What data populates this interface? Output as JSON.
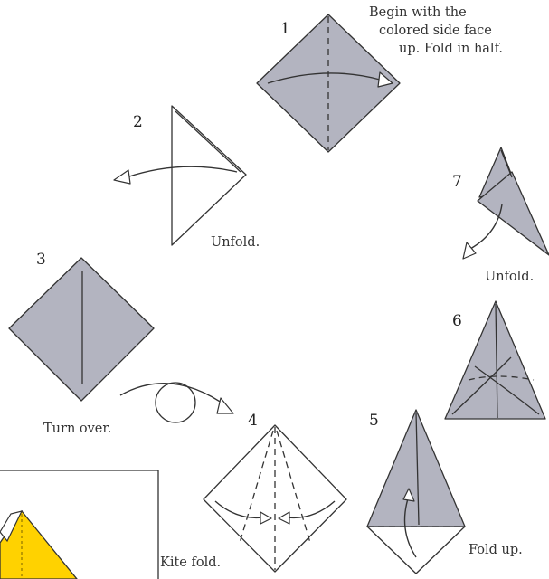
{
  "steps": [
    {
      "number": "1",
      "caption_lines": [
        "Begin with the",
        "colored side face",
        "up. Fold in half."
      ]
    },
    {
      "number": "2",
      "caption_lines": [
        "Unfold."
      ]
    },
    {
      "number": "3",
      "caption_lines": [
        "Turn over."
      ]
    },
    {
      "number": "4",
      "caption_lines": [
        "Kite fold."
      ]
    },
    {
      "number": "5",
      "caption_lines": [
        "Fold up."
      ]
    },
    {
      "number": "6",
      "caption_lines": []
    },
    {
      "number": "7",
      "caption_lines": [
        "Unfold."
      ]
    }
  ],
  "colors": {
    "paper_colored": "#b3b4c0",
    "paper_white": "#ffffff",
    "line": "#333333",
    "inset_yellow": "#ffd200"
  }
}
